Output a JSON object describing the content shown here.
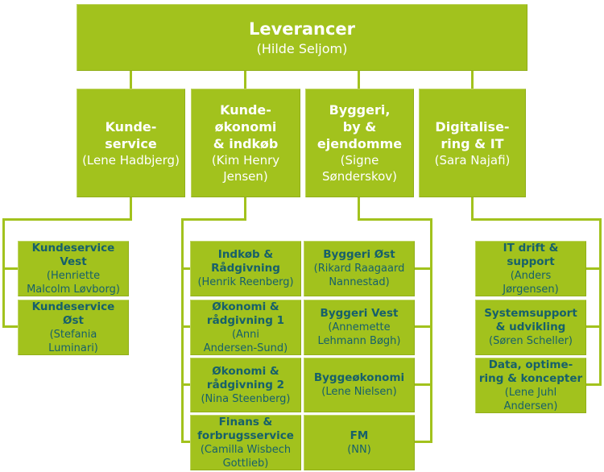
{
  "colors": {
    "box_green": "#A2C21D",
    "text_white": "#FFFFFF",
    "text_dark": "#17606A",
    "background": "#FFFFFF"
  },
  "root": {
    "title": "Leverancer",
    "manager": "(Hilde Seljom)"
  },
  "departments": [
    {
      "title": "Kunde-\nservice",
      "manager": "(Lene Hadbjerg)"
    },
    {
      "title": "Kunde-\nøkonomi\n& indkøb",
      "manager": "(Kim Henry\nJensen)"
    },
    {
      "title": "Byggeri,\nby &\nejendomme",
      "manager": "(Signe\nSønderskov)"
    },
    {
      "title": "Digitalise-\nring & IT",
      "manager": "(Sara Najafi)"
    }
  ],
  "teams": {
    "col1": [
      {
        "title": "Kundeservice\nVest",
        "manager": "(Henriette\nMalcolm Løvborg)"
      },
      {
        "title": "Kundeservice\nØst",
        "manager": "(Stefania\nLuminari)"
      }
    ],
    "col2": [
      {
        "title": "Indkøb &\nRådgivning",
        "manager": "(Henrik Reenberg)"
      },
      {
        "title": "Økonomi &\nrådgivning 1",
        "manager": "(Anni\nAndersen-Sund)"
      },
      {
        "title": "Økonomi &\nrådgivning 2",
        "manager": "(Nina Steenberg)"
      },
      {
        "title": "Finans &\nforbrugsservice",
        "manager": "(Camilla Wisbech\nGottlieb)"
      }
    ],
    "col3": [
      {
        "title": "Byggeri Øst",
        "manager": "(Rikard Raagaard\nNannestad)"
      },
      {
        "title": "Byggeri Vest",
        "manager": "(Annemette\nLehmann Bøgh)"
      },
      {
        "title": "Byggeøkonomi",
        "manager": "(Lene Nielsen)"
      },
      {
        "title": "FM",
        "manager": "(NN)"
      }
    ],
    "col4": [
      {
        "title": "IT drift &\nsupport",
        "manager": "(Anders\nJørgensen)"
      },
      {
        "title": "Systemsupport\n& udvikling",
        "manager": "(Søren Scheller)"
      },
      {
        "title": "Data, optime-\nring & koncepter",
        "manager": "(Lene Juhl\nAndersen)"
      }
    ]
  }
}
